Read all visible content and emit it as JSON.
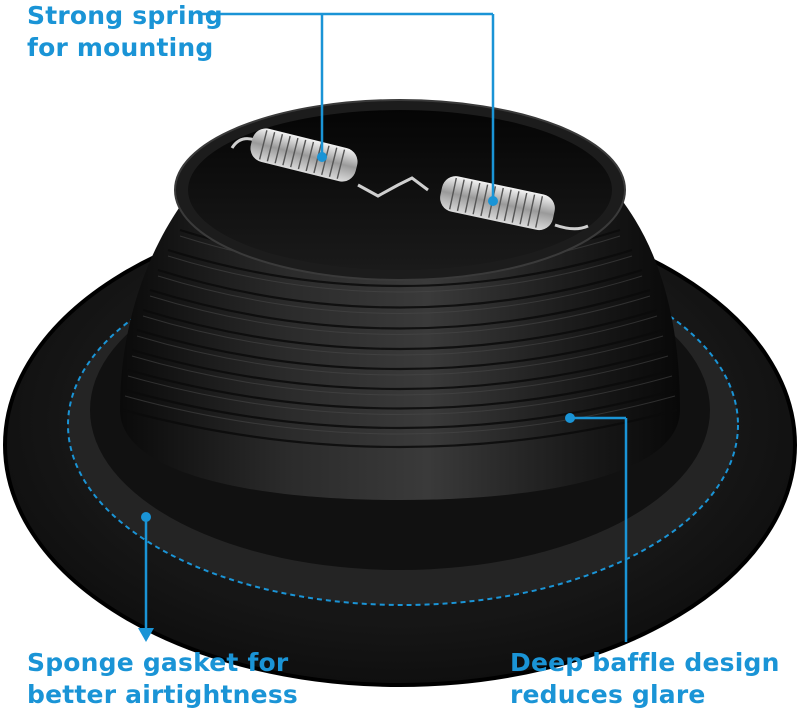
{
  "callouts": {
    "spring": {
      "line1": "Strong spring",
      "line2": "for mounting"
    },
    "gasket": {
      "line1": "Sponge gasket for",
      "line2": "better airtightness"
    },
    "baffle": {
      "line1": "Deep baffle design",
      "line2": "reduces glare"
    }
  },
  "colors": {
    "accent": "#1a94d6",
    "product": "#121212",
    "gasket": "#2a2a2a",
    "background": "#ffffff"
  }
}
